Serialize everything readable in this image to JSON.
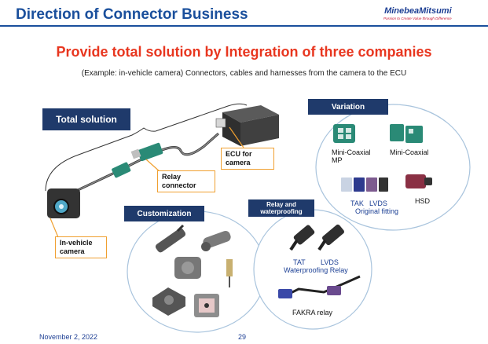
{
  "header": {
    "title": "Direction of Connector Business",
    "logo_name": "MinebeaMitsumi",
    "logo_tagline": "Passion to Create Value through Difference"
  },
  "headline": "Provide total solution by Integration of three companies",
  "subline": "(Example: in-vehicle camera) Connectors, cables and harnesses from the camera to the ECU",
  "total_solution": {
    "label": "Total solution",
    "callouts": {
      "ecu": "ECU for camera",
      "relay": "Relay connector",
      "camera": "In-vehicle camera"
    }
  },
  "customization": {
    "label": "Customization"
  },
  "relay_waterproofing": {
    "label": "Relay and waterproofing",
    "tat": "TAT",
    "lvds": "LVDS",
    "waterproofing_relay": "Waterproofing Relay",
    "fakra_relay": "FAKRA relay"
  },
  "variation": {
    "label": "Variation",
    "mini_coaxial_mp": "Mini-Coaxial MP",
    "mini_coaxial": "Mini-Coaxial",
    "tak": "TAK",
    "lvds": "LVDS",
    "original_fitting": "Original fitting",
    "hsd": "HSD"
  },
  "footer": {
    "date": "November 2, 2022",
    "page": "29"
  },
  "colors": {
    "title_blue": "#1a4f9c",
    "headline_red": "#e8361f",
    "badge_navy": "#1f3a6b",
    "callout_orange": "#f0a030",
    "circle_border": "#a9c4dd"
  }
}
